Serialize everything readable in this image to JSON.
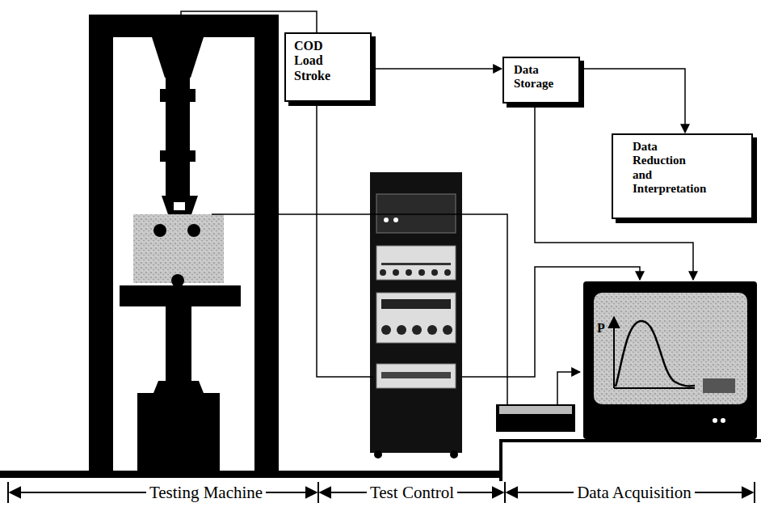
{
  "diagram": {
    "nodes": [
      {
        "text": [
          "COD Load Stroke"
        ]
      },
      {
        "text": [
          "Data Storage"
        ]
      },
      {
        "text": [
          "Data Reduction and Interpretation"
        ]
      }
    ],
    "edges": [
      {
        "from": 0,
        "to": 1,
        "arrow": "to"
      },
      {
        "from": 1,
        "to": 2,
        "arrow": "to"
      }
    ],
    "labels": [
      "Testing Machine",
      "Test Control",
      "Data Acquisition",
      "P"
    ]
  }
}
